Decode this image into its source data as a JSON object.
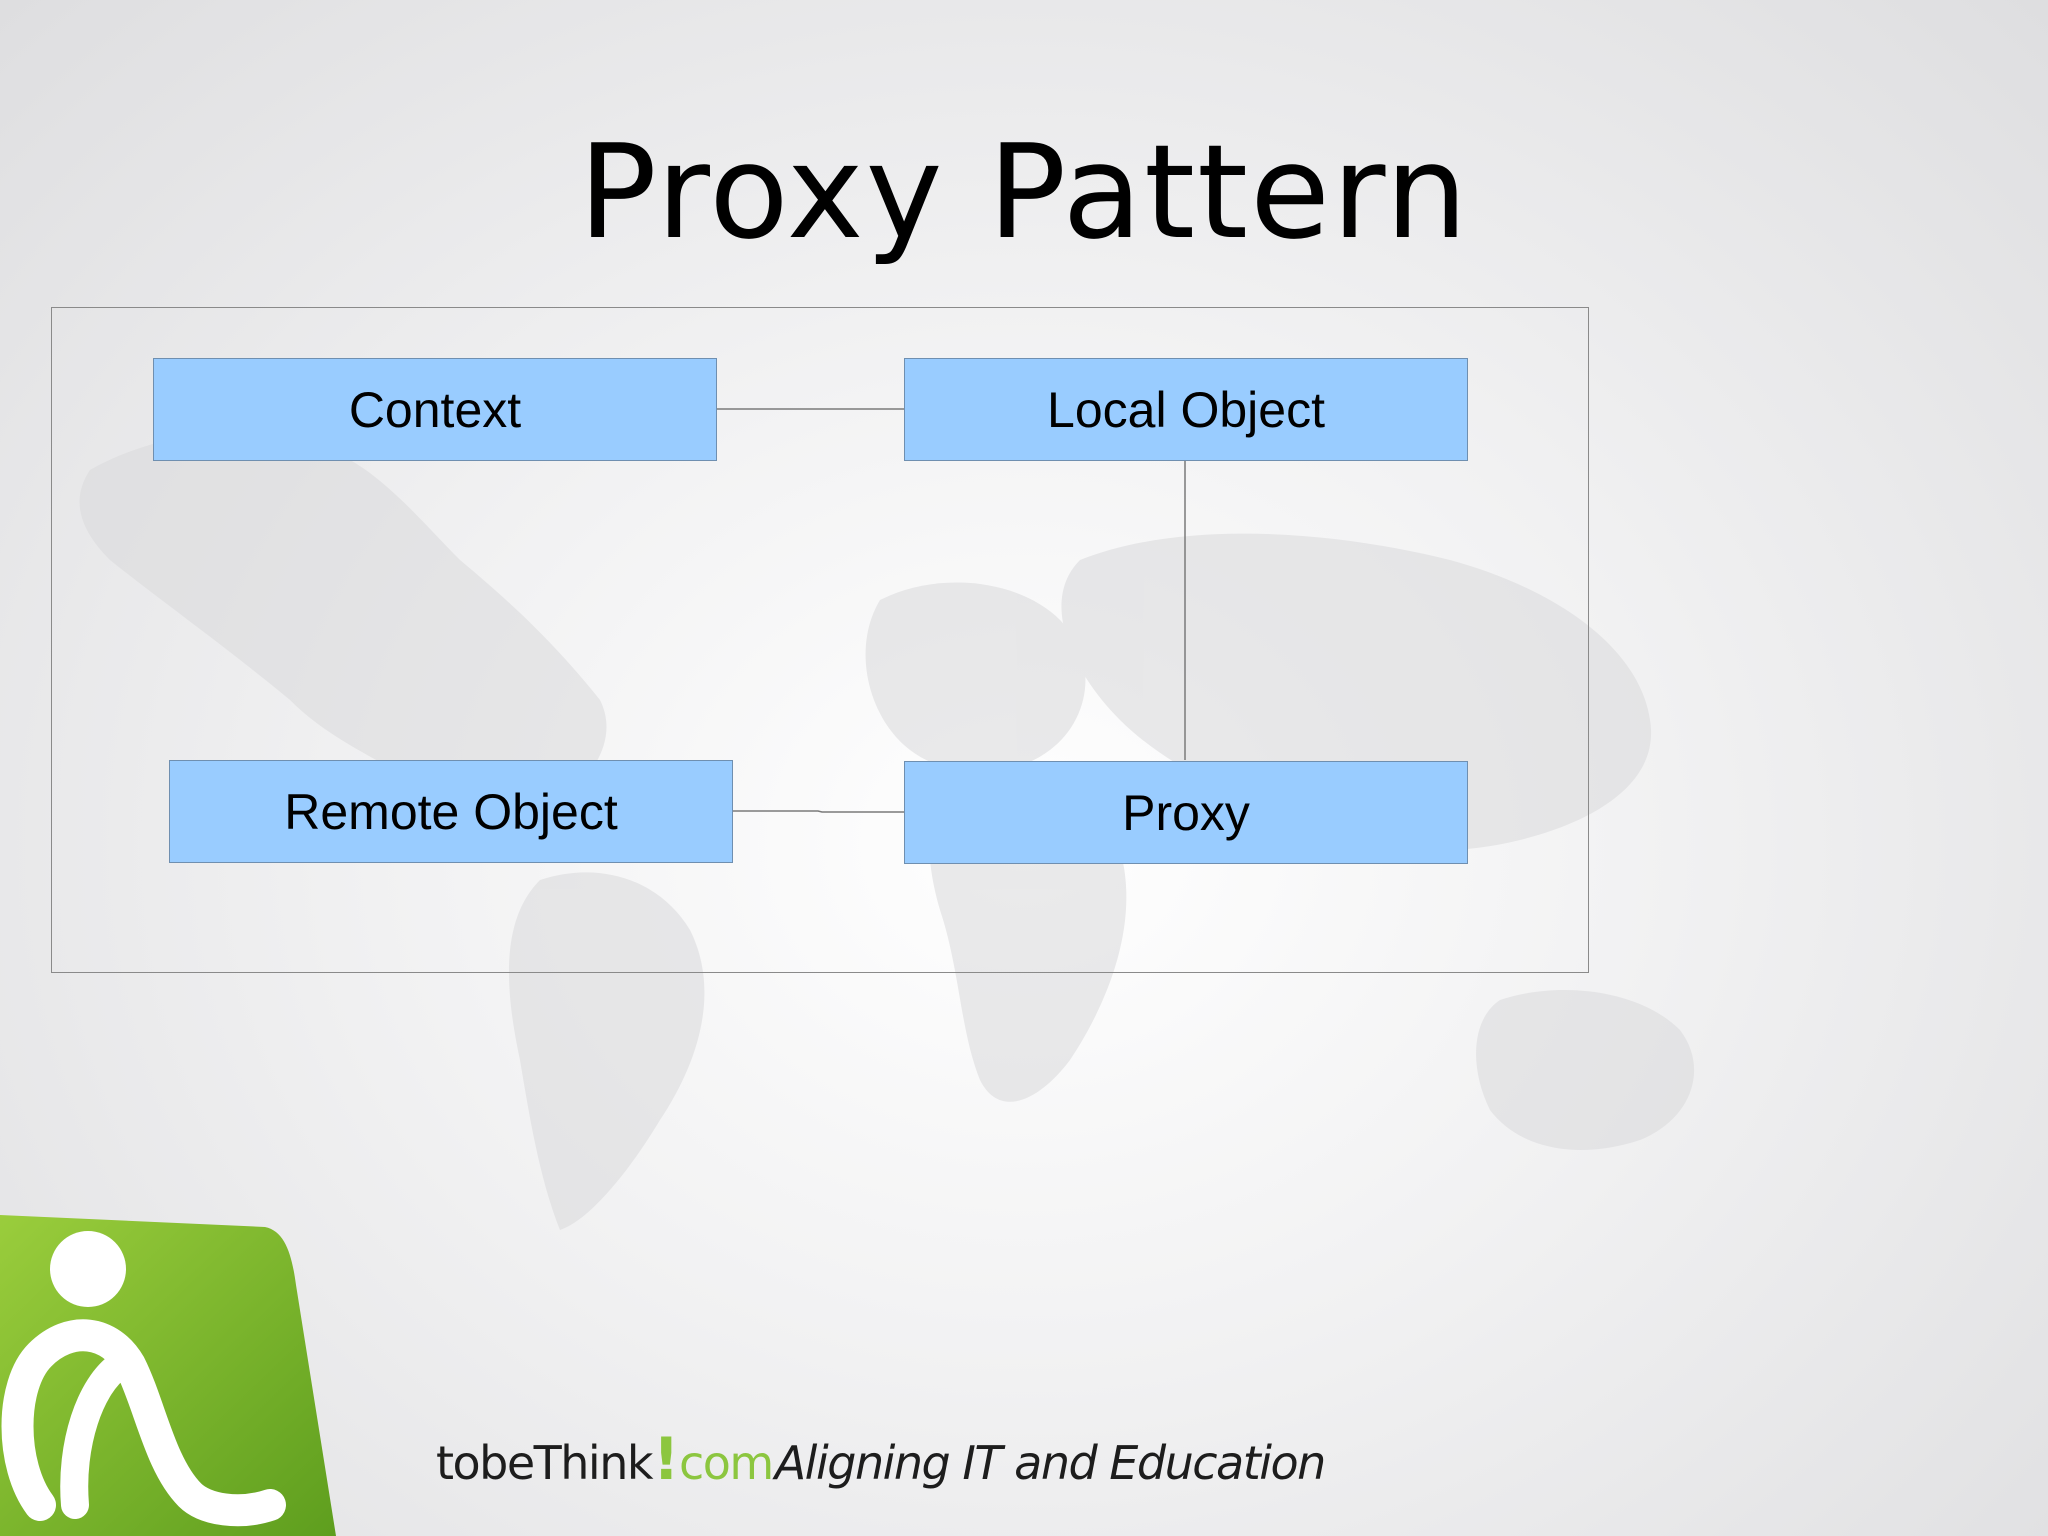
{
  "slide": {
    "title": "Proxy Pattern"
  },
  "diagram": {
    "nodes": {
      "context": "Context",
      "local_object": "Local Object",
      "remote_object": "Remote Object",
      "proxy": "Proxy"
    },
    "edges": [
      [
        "Context",
        "Local Object"
      ],
      [
        "Local Object",
        "Proxy"
      ],
      [
        "Proxy",
        "Remote Object"
      ]
    ]
  },
  "footer": {
    "brand_name": "tobeThink",
    "brand_exclamation": "!",
    "brand_domain": "com",
    "tagline": "Aligning IT and Education"
  },
  "colors": {
    "node_fill": "#99ccff",
    "logo_green": "#8cc63f"
  },
  "icons": [
    "world-map-watermark",
    "tobethink-logo-icon"
  ]
}
